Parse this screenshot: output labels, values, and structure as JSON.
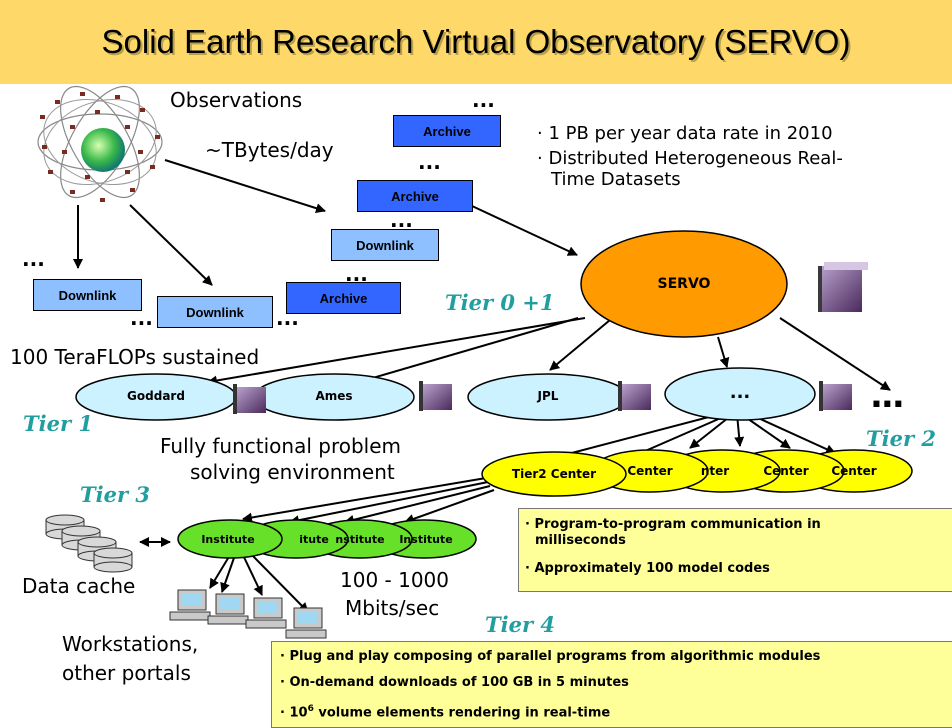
{
  "title": "Solid Earth Research Virtual Observatory (SERVO)",
  "observations": "Observations",
  "rate": "~TBytes/day",
  "ellipsis": "...",
  "servo": "SERVO",
  "tiers": {
    "t01": "Tier 0 +1",
    "t1": "Tier 1",
    "t2": "Tier 2",
    "t3": "Tier 3",
    "t4": "Tier 4"
  },
  "boxes": {
    "archive": "Archive",
    "downlink": "Downlink"
  },
  "tier1_nodes": [
    "Goddard",
    "Ames",
    "JPL",
    "..."
  ],
  "tier2_centers": [
    "Center",
    "Center",
    "nter",
    "Center",
    "Tier2 Center"
  ],
  "institutes": [
    "itute",
    "nstitute",
    "Institute",
    "Institute"
  ],
  "top_bullets": [
    "1 PB per year data rate in 2010",
    "Distributed Heterogeneous Real-Time Datasets"
  ],
  "teraflops": "100 TeraFLOPs sustained",
  "functional": [
    "Fully functional problem",
    "solving environment"
  ],
  "data_cache": "Data cache",
  "bandwidth": [
    "100 - 1000",
    "Mbits/sec"
  ],
  "workstations": [
    "Workstations,",
    "other portals"
  ],
  "note_comm": [
    "Program-to-program communication in milliseconds",
    "Approximately 100 model codes"
  ],
  "note_bottom": [
    "Plug and play composing of parallel programs from algorithmic modules",
    "On-demand downloads of 100 GB in 5 minutes"
  ],
  "note_bottom_last": {
    "pre": "10",
    "sup": "6",
    "post": " volume elements rendering in real-time"
  },
  "colors": {
    "title_band": "#ffd86a",
    "servo": "#ff9a00",
    "tier1": "#ccf2ff",
    "tier2": "#ffff00",
    "institute": "#66e028",
    "tier_text": "#239e9e",
    "note": "#ffff99",
    "archive": "#3366ff",
    "downlink": "#8ec0ff"
  }
}
